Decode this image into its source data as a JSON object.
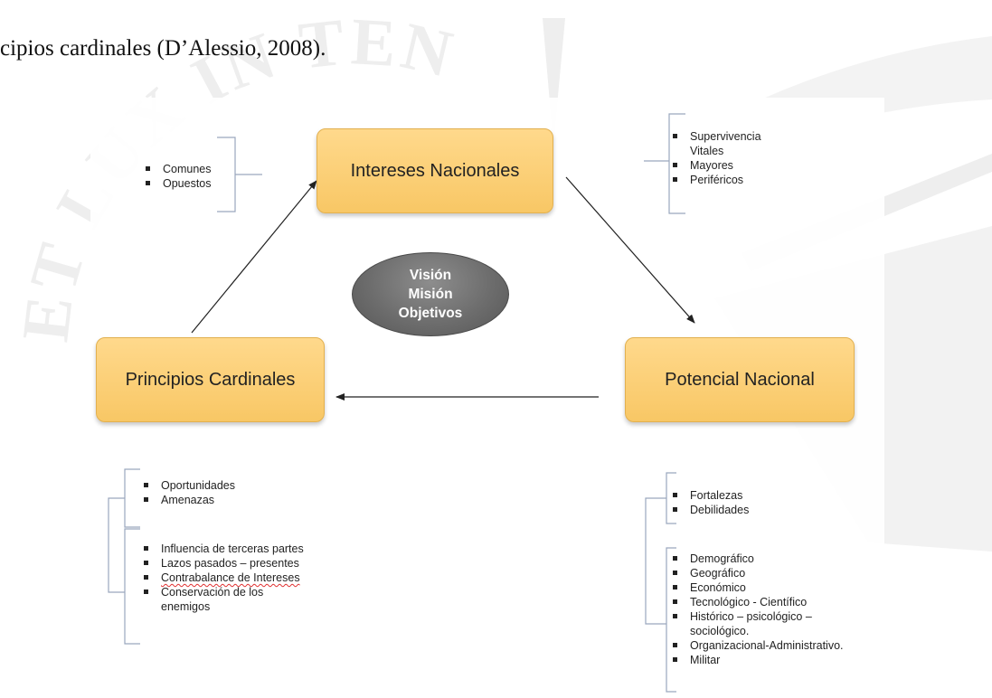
{
  "caption": "cipios cardinales (D’Alessio, 2008).",
  "nodes": {
    "intereses": "Intereses Nacionales",
    "principios": "Principios Cardinales",
    "potencial": "Potencial Nacional"
  },
  "center": {
    "lines": [
      "Visión",
      "Misión",
      "Objetivos"
    ]
  },
  "lists": {
    "comunes": [
      "Comunes",
      "Opuestos"
    ],
    "supervivencia": [
      "Supervivencia",
      "Vitales",
      "Mayores",
      "Periféricos"
    ],
    "oportunidades": [
      "Oportunidades",
      "Amenazas"
    ],
    "influencia": [
      "Influencia de terceras partes",
      "Lazos pasados – presentes",
      "Contrabalance de Intereses",
      "Conservación de los",
      "enemigos"
    ],
    "fortalezas": [
      "Fortalezas",
      "Debilidades"
    ],
    "demografico": [
      "Demográfico",
      "Geográfico",
      "Económico",
      "Tecnológico - Científico",
      "Histórico – psicológico –",
      "sociológico.",
      "Organizacional-Administrativo.",
      "Militar"
    ]
  },
  "watermark": {
    "text": "ET LUX IN TENEBRIS",
    "color": "#eeeeee"
  },
  "colors": {
    "node_fill": "#f8c765",
    "ellipse_fill": "#6d6d6d"
  }
}
